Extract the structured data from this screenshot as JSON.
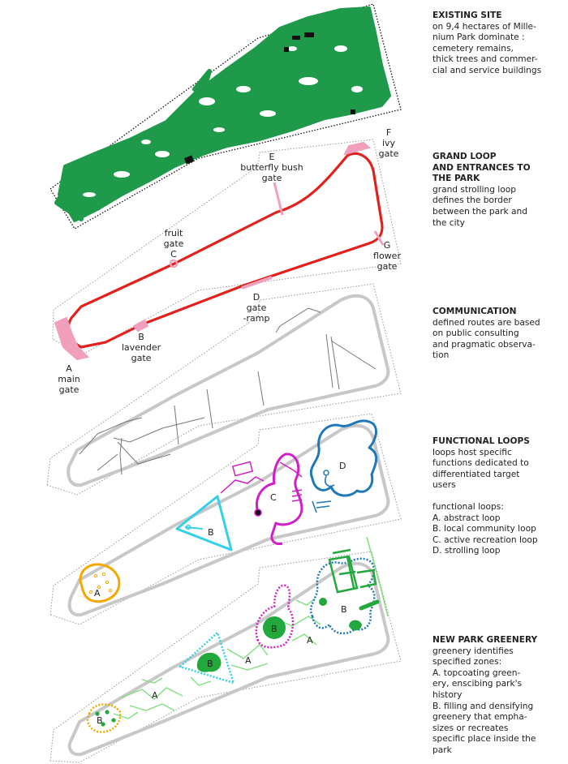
{
  "sections": {
    "existing_site": {
      "title": "EXISTING SITE",
      "lines": [
        "on 9,4 hectares of Mille-",
        "nium Park dominate :",
        "cemetery remains,",
        "thick trees and commer-",
        "cial and service buildings"
      ]
    },
    "grand_loop": {
      "title_lines": [
        "GRAND LOOP",
        "AND ENTRANCES TO",
        "THE PARK"
      ],
      "lines": [
        "grand strolling loop",
        "defines the border",
        "between the park and",
        "the city"
      ]
    },
    "communication": {
      "title": "COMMUNICATION",
      "lines": [
        "defined routes are based",
        "on public consulting",
        "and pragmatic observa-",
        "tion"
      ]
    },
    "functional_loops": {
      "title": "FUNCTIONAL LOOPS",
      "lines": [
        "loops host specific",
        "functions dedicated to",
        "differentiated target",
        "users"
      ],
      "list_title": "functional loops:",
      "list": [
        "A. abstract loop",
        "B. local community loop",
        "C. active recreation loop",
        "D. strolling loop"
      ]
    },
    "new_greenery": {
      "title": "NEW PARK GREENERY",
      "lines": [
        "greenery identifies",
        "specified zones:",
        "A.  topcoating green-",
        "ery, enscibing park's",
        "history",
        "B. filling and densifying",
        "greenery that empha-",
        "sizes    or    recreates",
        "specific place inside the",
        "park"
      ]
    }
  },
  "gates": {
    "a": {
      "letter": "A",
      "line1": "main",
      "line2": "gate"
    },
    "b": {
      "letter": "B",
      "line1": "lavender",
      "line2": "gate"
    },
    "c": {
      "line1": "fruit",
      "line2": "gate",
      "letter": "C"
    },
    "d": {
      "letter": "D",
      "line1": "gate",
      "line2": "-ramp"
    },
    "e": {
      "letter": "E",
      "line1": "butterfly bush",
      "line2": "gate"
    },
    "f": {
      "letter": "F",
      "line1": "ivy",
      "line2": "gate"
    },
    "g": {
      "letter": "G",
      "line1": "flower",
      "line2": "gate"
    }
  },
  "loop_labels": {
    "a": "A",
    "b": "B",
    "c": "C",
    "d": "D"
  },
  "greenery_labels": {
    "a1": "A",
    "a2": "A",
    "a3": "A",
    "b1": "B",
    "b2": "B",
    "b3": "B",
    "b4": "B"
  },
  "colors": {
    "tree_green": "#1e9a4a",
    "grand_loop_red": "#e3201b",
    "gate_pink": "#f0a0bc",
    "path_gray": "#c8c8c8",
    "loop_a_orange": "#f2a900",
    "loop_b_cyan": "#35d0e8",
    "loop_c_magenta": "#d01fc6",
    "loop_d_blue": "#1f78b8",
    "greenery_light": "#7fe07f",
    "greenery_dark": "#22a83c"
  }
}
